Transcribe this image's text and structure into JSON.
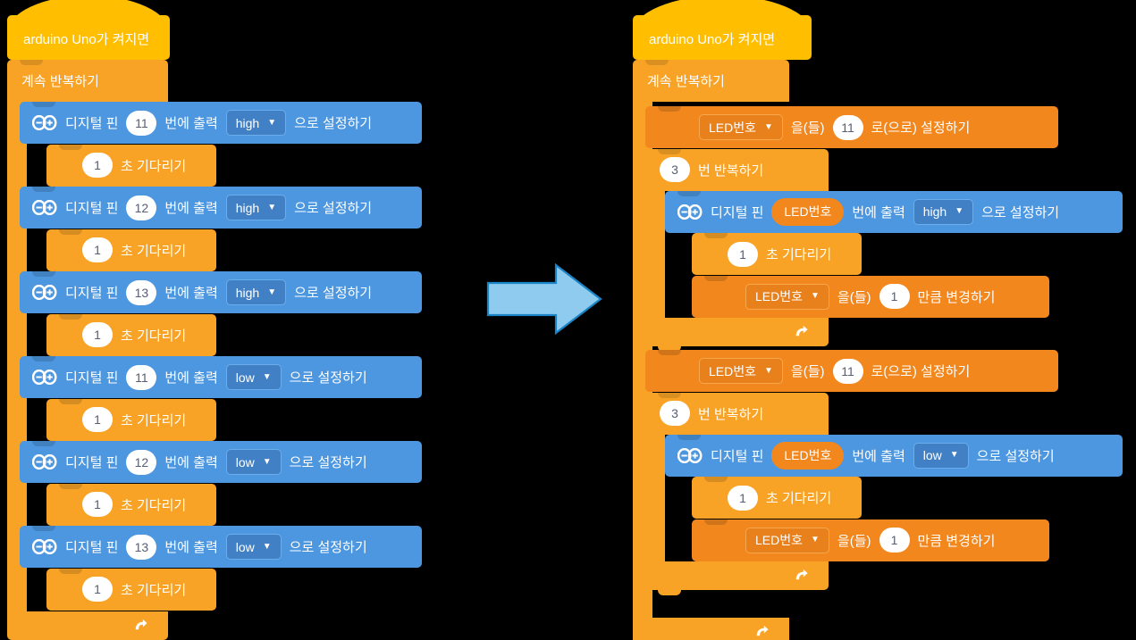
{
  "meta": {
    "background": "#000000",
    "colors": {
      "hat": "#FFBF00",
      "control": "#F9A326",
      "variable": "#F2871E",
      "arduino": "#4C97E0",
      "arrow_fill": "#8FCBEE",
      "arrow_stroke": "#1B84C6"
    }
  },
  "transition_arrow": {
    "name": "right-arrow",
    "direction": "right"
  },
  "labels": {
    "hat": "arduino Uno가 켜지면",
    "forever": "계속 반복하기",
    "digital_pin": "디지털 핀",
    "pin_out": "번에 출력",
    "set_to": "으로 설정하기",
    "wait_unit": "초 기다리기",
    "repeat_suffix": "번 반복하기",
    "var_object": "을(들)",
    "var_set_to": "로(으로) 설정하기",
    "var_change_by": "만큼 변경하기",
    "var_name": "LED번호",
    "high": "high",
    "low": "low",
    "icon_arduino": "arduino-infinity-icon",
    "icon_caret": "chevron-down-icon",
    "icon_loop": "loop-return-arrow-icon"
  },
  "left_script": {
    "title": "arduino Uno가 켜지면",
    "loop": "계속 반복하기",
    "rows": [
      {
        "kind": "pin",
        "pin": "11",
        "level": "high"
      },
      {
        "kind": "wait",
        "seconds": "1"
      },
      {
        "kind": "pin",
        "pin": "12",
        "level": "high"
      },
      {
        "kind": "wait",
        "seconds": "1"
      },
      {
        "kind": "pin",
        "pin": "13",
        "level": "high"
      },
      {
        "kind": "wait",
        "seconds": "1"
      },
      {
        "kind": "pin",
        "pin": "11",
        "level": "low"
      },
      {
        "kind": "wait",
        "seconds": "1"
      },
      {
        "kind": "pin",
        "pin": "12",
        "level": "low"
      },
      {
        "kind": "wait",
        "seconds": "1"
      },
      {
        "kind": "pin",
        "pin": "13",
        "level": "low"
      },
      {
        "kind": "wait",
        "seconds": "1"
      }
    ]
  },
  "right_script": {
    "title": "arduino Uno가 켜지면",
    "loop": "계속 반복하기",
    "groups": [
      {
        "set_var": {
          "variable": "LED번호",
          "value": "11"
        },
        "repeat_count": "3",
        "body": [
          {
            "kind": "pin_var",
            "pin_var": "LED번호",
            "level": "high"
          },
          {
            "kind": "wait",
            "seconds": "1"
          },
          {
            "kind": "change_var",
            "variable": "LED번호",
            "value": "1"
          }
        ]
      },
      {
        "set_var": {
          "variable": "LED번호",
          "value": "11"
        },
        "repeat_count": "3",
        "body": [
          {
            "kind": "pin_var",
            "pin_var": "LED번호",
            "level": "low"
          },
          {
            "kind": "wait",
            "seconds": "1"
          },
          {
            "kind": "change_var",
            "variable": "LED번호",
            "value": "1"
          }
        ]
      }
    ]
  }
}
